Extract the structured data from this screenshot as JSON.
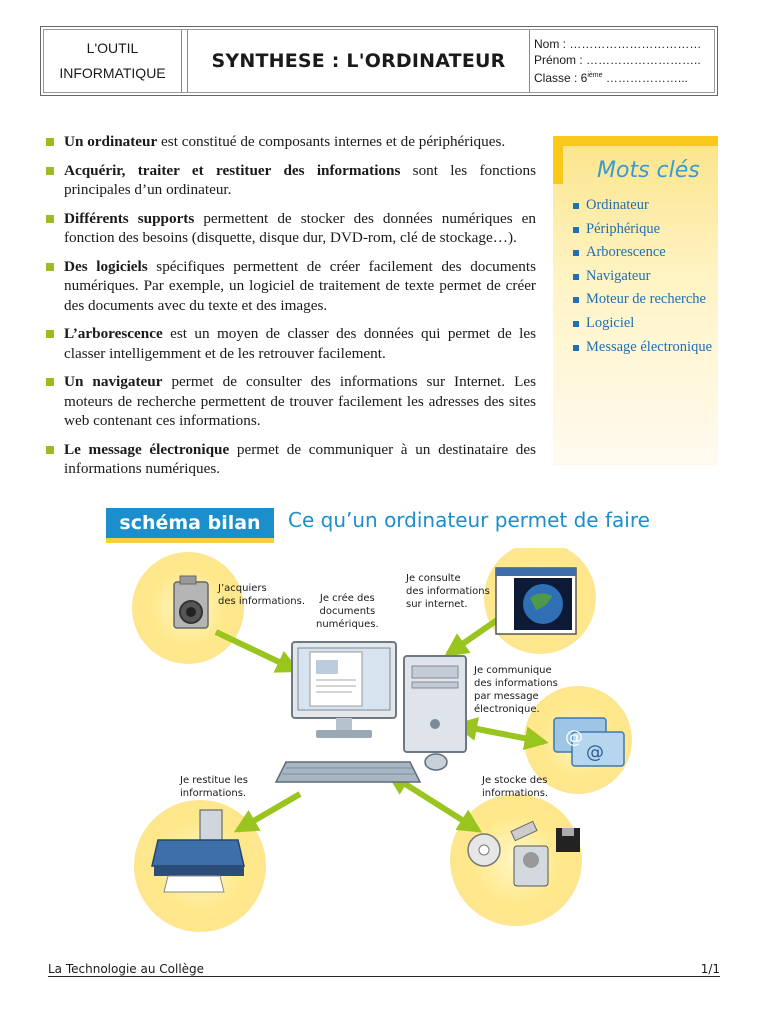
{
  "header": {
    "left_line1": "L'OUTIL",
    "left_line2": "INFORMATIQUE",
    "title": "SYNTHESE : L'ORDINATEUR",
    "nom": "Nom : ……………………………",
    "prenom": "Prénom : ………………………..",
    "classe_prefix": "Classe : 6",
    "classe_sup": "ième",
    "classe_suffix": " ………………..."
  },
  "bullets": [
    {
      "bold": "Un ordinateur",
      "text": " est constitué de composants internes et de périphériques."
    },
    {
      "bold": "Acquérir, traiter et restituer des informations",
      "text": " sont les fonctions principales d’un ordinateur."
    },
    {
      "bold": "Différents supports",
      "text": " permettent de stocker des données numériques en fonction des besoins (disquette, disque dur, DVD-rom, clé de stockage…)."
    },
    {
      "bold": "Des logiciels",
      "text": " spécifiques permettent de créer facilement des documents numériques. Par exemple, un logiciel de traitement de texte permet de créer des documents avec du texte et des images."
    },
    {
      "bold": "L’arborescence",
      "text": " est un moyen de classer des données qui permet de les classer intelligemment et de les retrouver facilement."
    },
    {
      "bold": "Un navigateur",
      "text": " permet de consulter des informations sur Internet. Les moteurs de recherche permettent de trouver facilement les adresses des sites web contenant ces informations."
    },
    {
      "bold": "Le message électronique",
      "text": " permet de communiquer à un destinataire des informations numériques."
    }
  ],
  "keywords": {
    "title": "Mots clés",
    "items": [
      "Ordinateur",
      "Périphérique",
      "Arborescence",
      "Navigateur",
      "Moteur de recherche",
      "Logiciel",
      "Message électronique"
    ]
  },
  "schema": {
    "badge": "schéma bilan",
    "title": "Ce qu’un ordinateur permet de faire",
    "labels": {
      "acquiers_1": "J’acquiers",
      "acquiers_2": "des informations.",
      "cree_1": "Je crée des",
      "cree_2": "documents",
      "cree_3": "numériques.",
      "consulte_1": "Je consulte",
      "consulte_2": "des informations",
      "consulte_3": "sur internet.",
      "communique_1": "Je communique",
      "communique_2": "des informations",
      "communique_3": "par message",
      "communique_4": "électronique.",
      "restitue_1": "Je restitue les",
      "restitue_2": "informations.",
      "stocke_1": "Je stocke des",
      "stocke_2": "informations."
    }
  },
  "footer": {
    "left": "La Technologie au Collège",
    "right": "1/1"
  },
  "colors": {
    "accent_blue": "#1b8fcc",
    "bullet_green": "#9dbb1e",
    "keyword_yellow": "#f8c81a",
    "arrow_green": "#9ac41e"
  }
}
